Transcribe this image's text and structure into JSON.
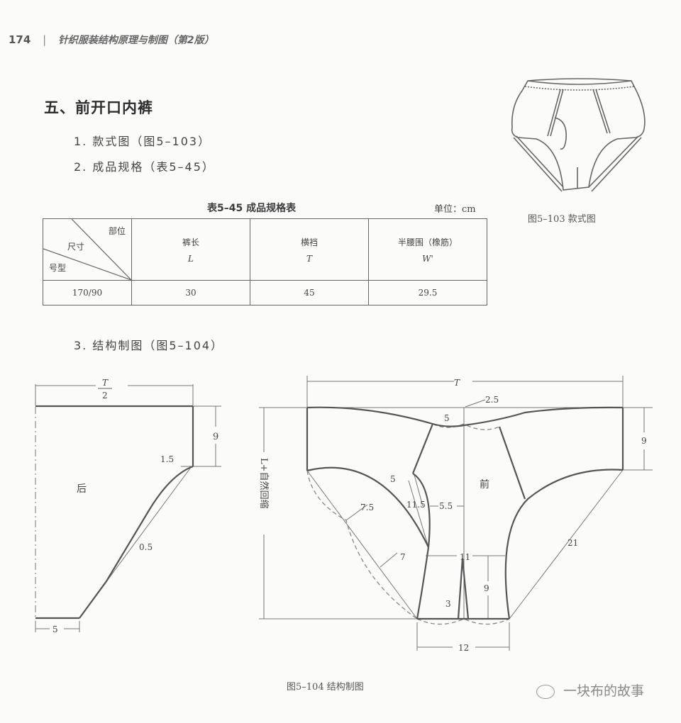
{
  "header": {
    "page_number": "174",
    "separator": "|",
    "book_title": "针织服装结构原理与制图（第2版）"
  },
  "section": {
    "title": "五、前开口内裤",
    "items": [
      {
        "label": "1.  款式图（图5–103）"
      },
      {
        "label": "2.  成品规格（表5–45）"
      },
      {
        "label": "3.  结构制图（图5–104）"
      }
    ]
  },
  "spec_table": {
    "caption": "表5–45   成品规格表",
    "unit": "单位：cm",
    "corner": {
      "top": "部位",
      "middle": "尺寸",
      "bottom": "号型"
    },
    "columns": [
      {
        "name": "裤长",
        "symbol": "L"
      },
      {
        "name": "横裆",
        "symbol": "T"
      },
      {
        "name": "半腰围（橡筋）",
        "symbol": "W'"
      }
    ],
    "rows": [
      {
        "size": "170/90",
        "values": [
          "30",
          "45",
          "29.5"
        ]
      }
    ]
  },
  "style_figure": {
    "caption": "图5–103   款式图"
  },
  "pattern_figure": {
    "caption": "图5–104   结构制图",
    "back": {
      "label": "后",
      "width_top_num": "T",
      "width_top_den": "2",
      "side_height": "9",
      "curve_offset_1": "1.5",
      "curve_offset_2": "0.5",
      "crotch_width": "5"
    },
    "front": {
      "label": "前",
      "total_width": "T",
      "waist_drop": "2.5",
      "waist_seg": "5",
      "side_height": "9",
      "length_label": "L+自然回缩",
      "fly_top": "5",
      "fly_curve": "7.5",
      "fly_len": "11.5",
      "center_offset": "5.5",
      "lower_curve": "7",
      "slit_height_label": "11",
      "slit_depth": "9",
      "slit_width": "3",
      "crotch_width": "12",
      "leg_line": "21"
    }
  },
  "watermark": {
    "text": "一块布的故事"
  }
}
